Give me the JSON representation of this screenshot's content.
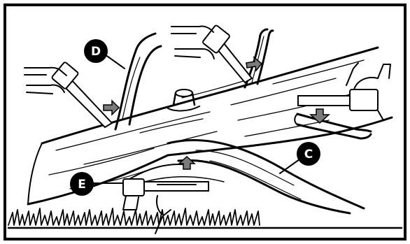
{
  "figure": {
    "callouts": [
      {
        "id": "D",
        "label": "D"
      },
      {
        "id": "C",
        "label": "C"
      },
      {
        "id": "E",
        "label": "E"
      }
    ],
    "colors": {
      "ink": "#000000",
      "paper": "#ffffff",
      "arrow_fill": "#7a7a7a"
    },
    "icons": [
      "hand-icon",
      "chainsaw-icon",
      "down-arrow-icon",
      "up-arrow-icon",
      "right-arrow-icon"
    ]
  }
}
